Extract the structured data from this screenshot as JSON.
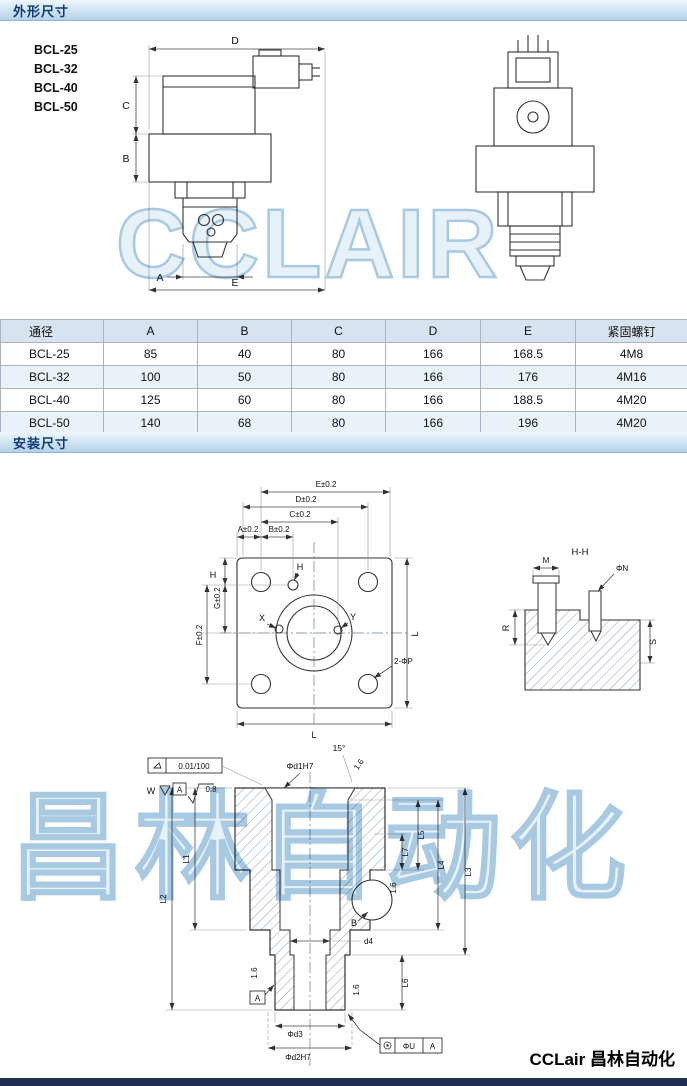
{
  "page": {
    "section_outline_title": "外形尺寸",
    "section_mounting_title": "安装尺寸",
    "watermark_cclair": "CCLAIR",
    "watermark_cn": "昌林自动化",
    "footer_brand": "CCLair 昌林自动化"
  },
  "models": [
    "BCL-25",
    "BCL-32",
    "BCL-40",
    "BCL-50"
  ],
  "outline_drawing": {
    "dim_d": "D",
    "dim_c": "C",
    "dim_b": "B",
    "dim_a": "A",
    "dim_e": "E"
  },
  "spec_table": {
    "headers": [
      "通径",
      "A",
      "B",
      "C",
      "D",
      "E",
      "紧固螺钉"
    ],
    "rows": [
      [
        "BCL-25",
        "85",
        "40",
        "80",
        "166",
        "168.5",
        "4M8"
      ],
      [
        "BCL-32",
        "100",
        "50",
        "80",
        "166",
        "176",
        "4M16"
      ],
      [
        "BCL-40",
        "125",
        "60",
        "80",
        "166",
        "188.5",
        "4M20"
      ],
      [
        "BCL-50",
        "140",
        "68",
        "80",
        "166",
        "196",
        "4M20"
      ]
    ]
  },
  "mounting_drawing": {
    "dim_e": "E±0.2",
    "dim_d": "D±0.2",
    "dim_c": "C±0.2",
    "dim_a": "A±0.2",
    "dim_b": "B±0.2",
    "label_h": "H",
    "dim_g": "G±0.2",
    "dim_f": "F±0.2",
    "label_x": "X",
    "label_y": "Y",
    "dim_l": "L",
    "label_holes": "2-ΦP",
    "section_title": "H-H",
    "dim_m": "M",
    "label_n": "ΦN",
    "dim_r": "R",
    "dim_s": "S"
  },
  "section_drawing": {
    "tol_symbol": "flatness",
    "tol_value": "0.01/100",
    "label_w": "W",
    "datum_a": "A",
    "rough_08": "0.8",
    "rough_16": "1.6",
    "label_d1": "Φd1H7",
    "angle": "15°",
    "dim_l1": "L1",
    "dim_l2": "L2",
    "dim_l3": "L3",
    "dim_l4": "L4",
    "dim_l5": "L5",
    "dim_l6": "L6",
    "dim_l7": "L7",
    "dim_d4": "d4",
    "datum_b": "B",
    "label_d3": "Φd3",
    "label_d2": "Φd2H7",
    "runout_symbol": "concentricity",
    "label_u": "ΦU"
  }
}
